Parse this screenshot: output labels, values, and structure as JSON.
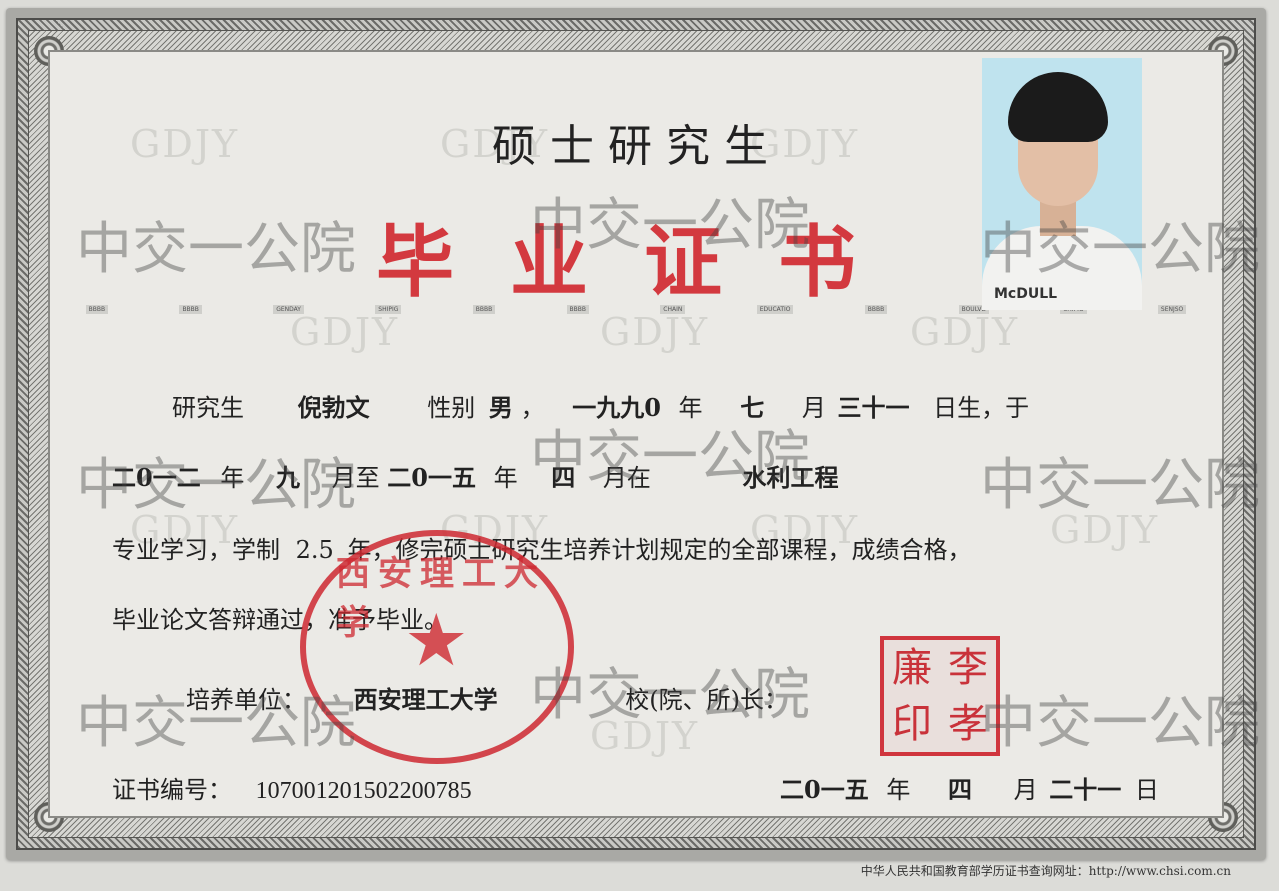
{
  "certificate": {
    "title_small": "硕士研究生",
    "title_big": "毕业证书",
    "background_marks": [
      "GDJY"
    ],
    "photo": {
      "brand": "McDULL"
    },
    "strip_texts": [
      "BBBB",
      "BBBB",
      "GENDAY",
      "SHIPIG",
      "BBBB",
      "BBBB",
      "CHAIN",
      "EDUCATIO",
      "BBBB",
      "BOULVD",
      "SHIPIG",
      "SENJSO"
    ],
    "line1": {
      "prefix": "研究生",
      "name": "倪勃文",
      "gender_label": "性别",
      "gender": "男",
      "comma": "，",
      "birth_year": "一九九0",
      "year_label": "年",
      "birth_month": "七",
      "month_label": "月",
      "birth_day": "三十一",
      "suffix": "日生，于"
    },
    "line2": {
      "start_year": "二0一二",
      "year_label": "年",
      "start_month": "九",
      "month_to": "月至",
      "end_year": "二0一五",
      "year_label2": "年",
      "end_month": "四",
      "month_at": "月在",
      "major": "水利工程"
    },
    "line3": {
      "text_a": "专业学习，学制",
      "duration": "2.5",
      "text_b": "年，修完硕士研究生培养计划规定的全部课程，成绩合格，"
    },
    "line4": {
      "text": "毕业论文答辩通过，准予毕业。"
    },
    "line5": {
      "unit_label": "培养单位：",
      "unit": "西安理工大学",
      "head_label": "校(院、所)长："
    },
    "line6": {
      "number_label": "证书编号：",
      "number": "107001201502200785",
      "issue_year": "二0一五",
      "year_label": "年",
      "issue_month": "四",
      "month_label": "月",
      "issue_day": "二十一",
      "day_label": "日"
    },
    "seal_round_text": "西安理工大学",
    "seal_square_chars": [
      "廉",
      "李",
      "印",
      "孝"
    ],
    "footer": "中华人民共和国教育部学历证书查询网址：http://www.chsi.com.cn",
    "watermark": "中交一公院",
    "colors": {
      "seal_red": "#d3393f",
      "ink": "#222222",
      "paper": "#ebeae6"
    }
  }
}
